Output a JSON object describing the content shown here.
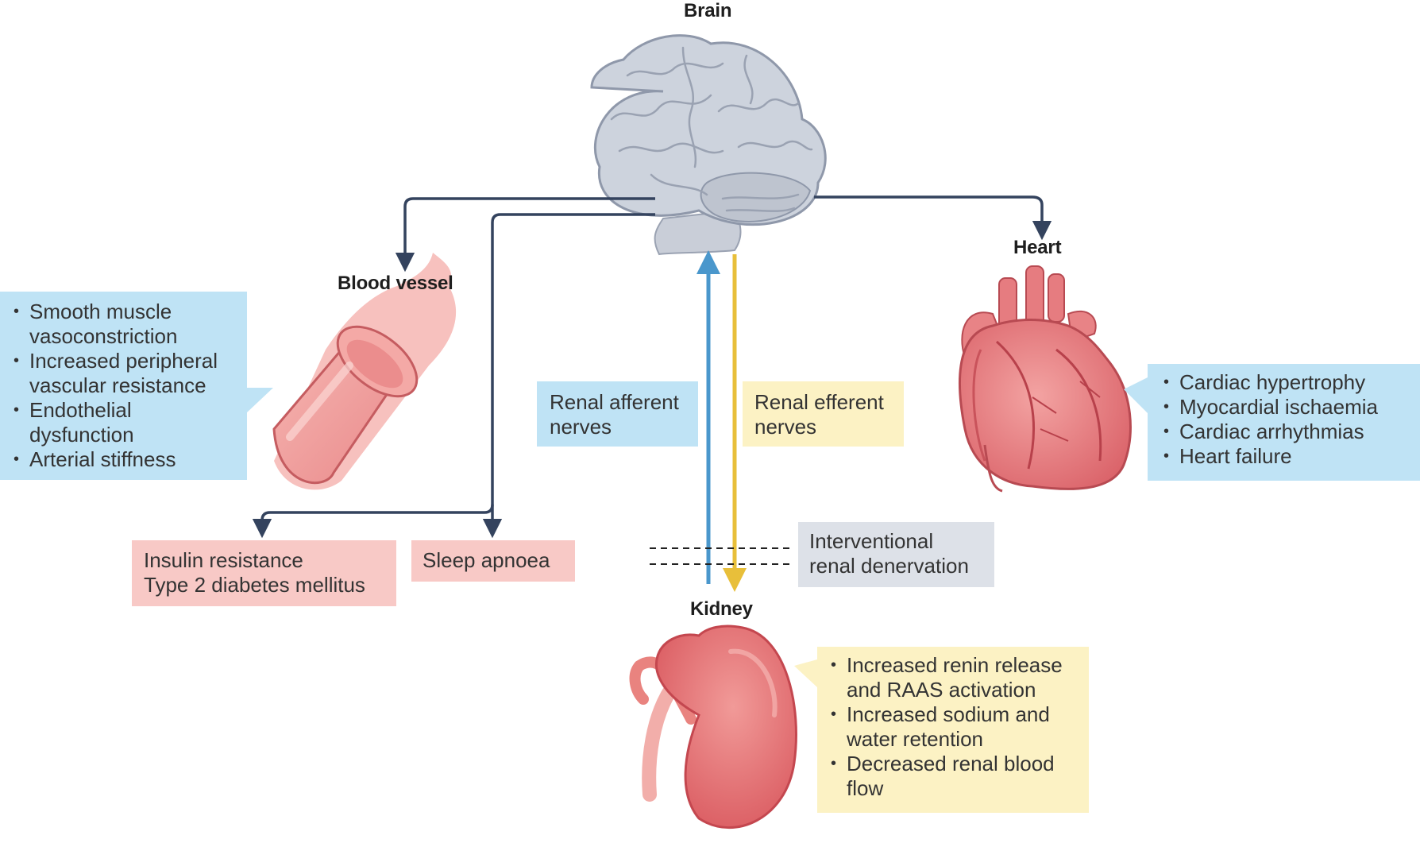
{
  "organs": {
    "brain": "Brain",
    "blood_vessel": "Blood vessel",
    "heart": "Heart",
    "kidney": "Kidney"
  },
  "blood_vessel_effects": [
    "Smooth muscle vasoconstriction",
    "Increased peripheral vascular resistance",
    "Endothelial dysfunction",
    "Arterial stiffness"
  ],
  "heart_effects": [
    "Cardiac hypertrophy",
    "Myocardial ischaemia",
    "Cardiac arrhythmias",
    "Heart failure"
  ],
  "kidney_effects": [
    "Increased renin release and RAAS activation",
    "Increased sodium and water retention",
    "Decreased renal blood flow"
  ],
  "nerves": {
    "afferent": [
      "Renal afferent",
      "nerves"
    ],
    "efferent": [
      "Renal efferent",
      "nerves"
    ]
  },
  "metabolic": [
    "Insulin resistance",
    "Type 2 diabetes mellitus"
  ],
  "sleep": "Sleep apnoea",
  "intervention": [
    "Interventional",
    "renal denervation"
  ],
  "colors": {
    "blue_box": "#bfe3f5",
    "yellow_box": "#fcf2c4",
    "pink_box": "#f8c9c6",
    "grey_box": "#dde1e8",
    "navy_arrow": "#34435e",
    "afferent_arrow": "#4a97cc",
    "efferent_arrow": "#e8bf3a",
    "organ_red": "#e9777a",
    "brain_grey": "#c9ced8"
  }
}
